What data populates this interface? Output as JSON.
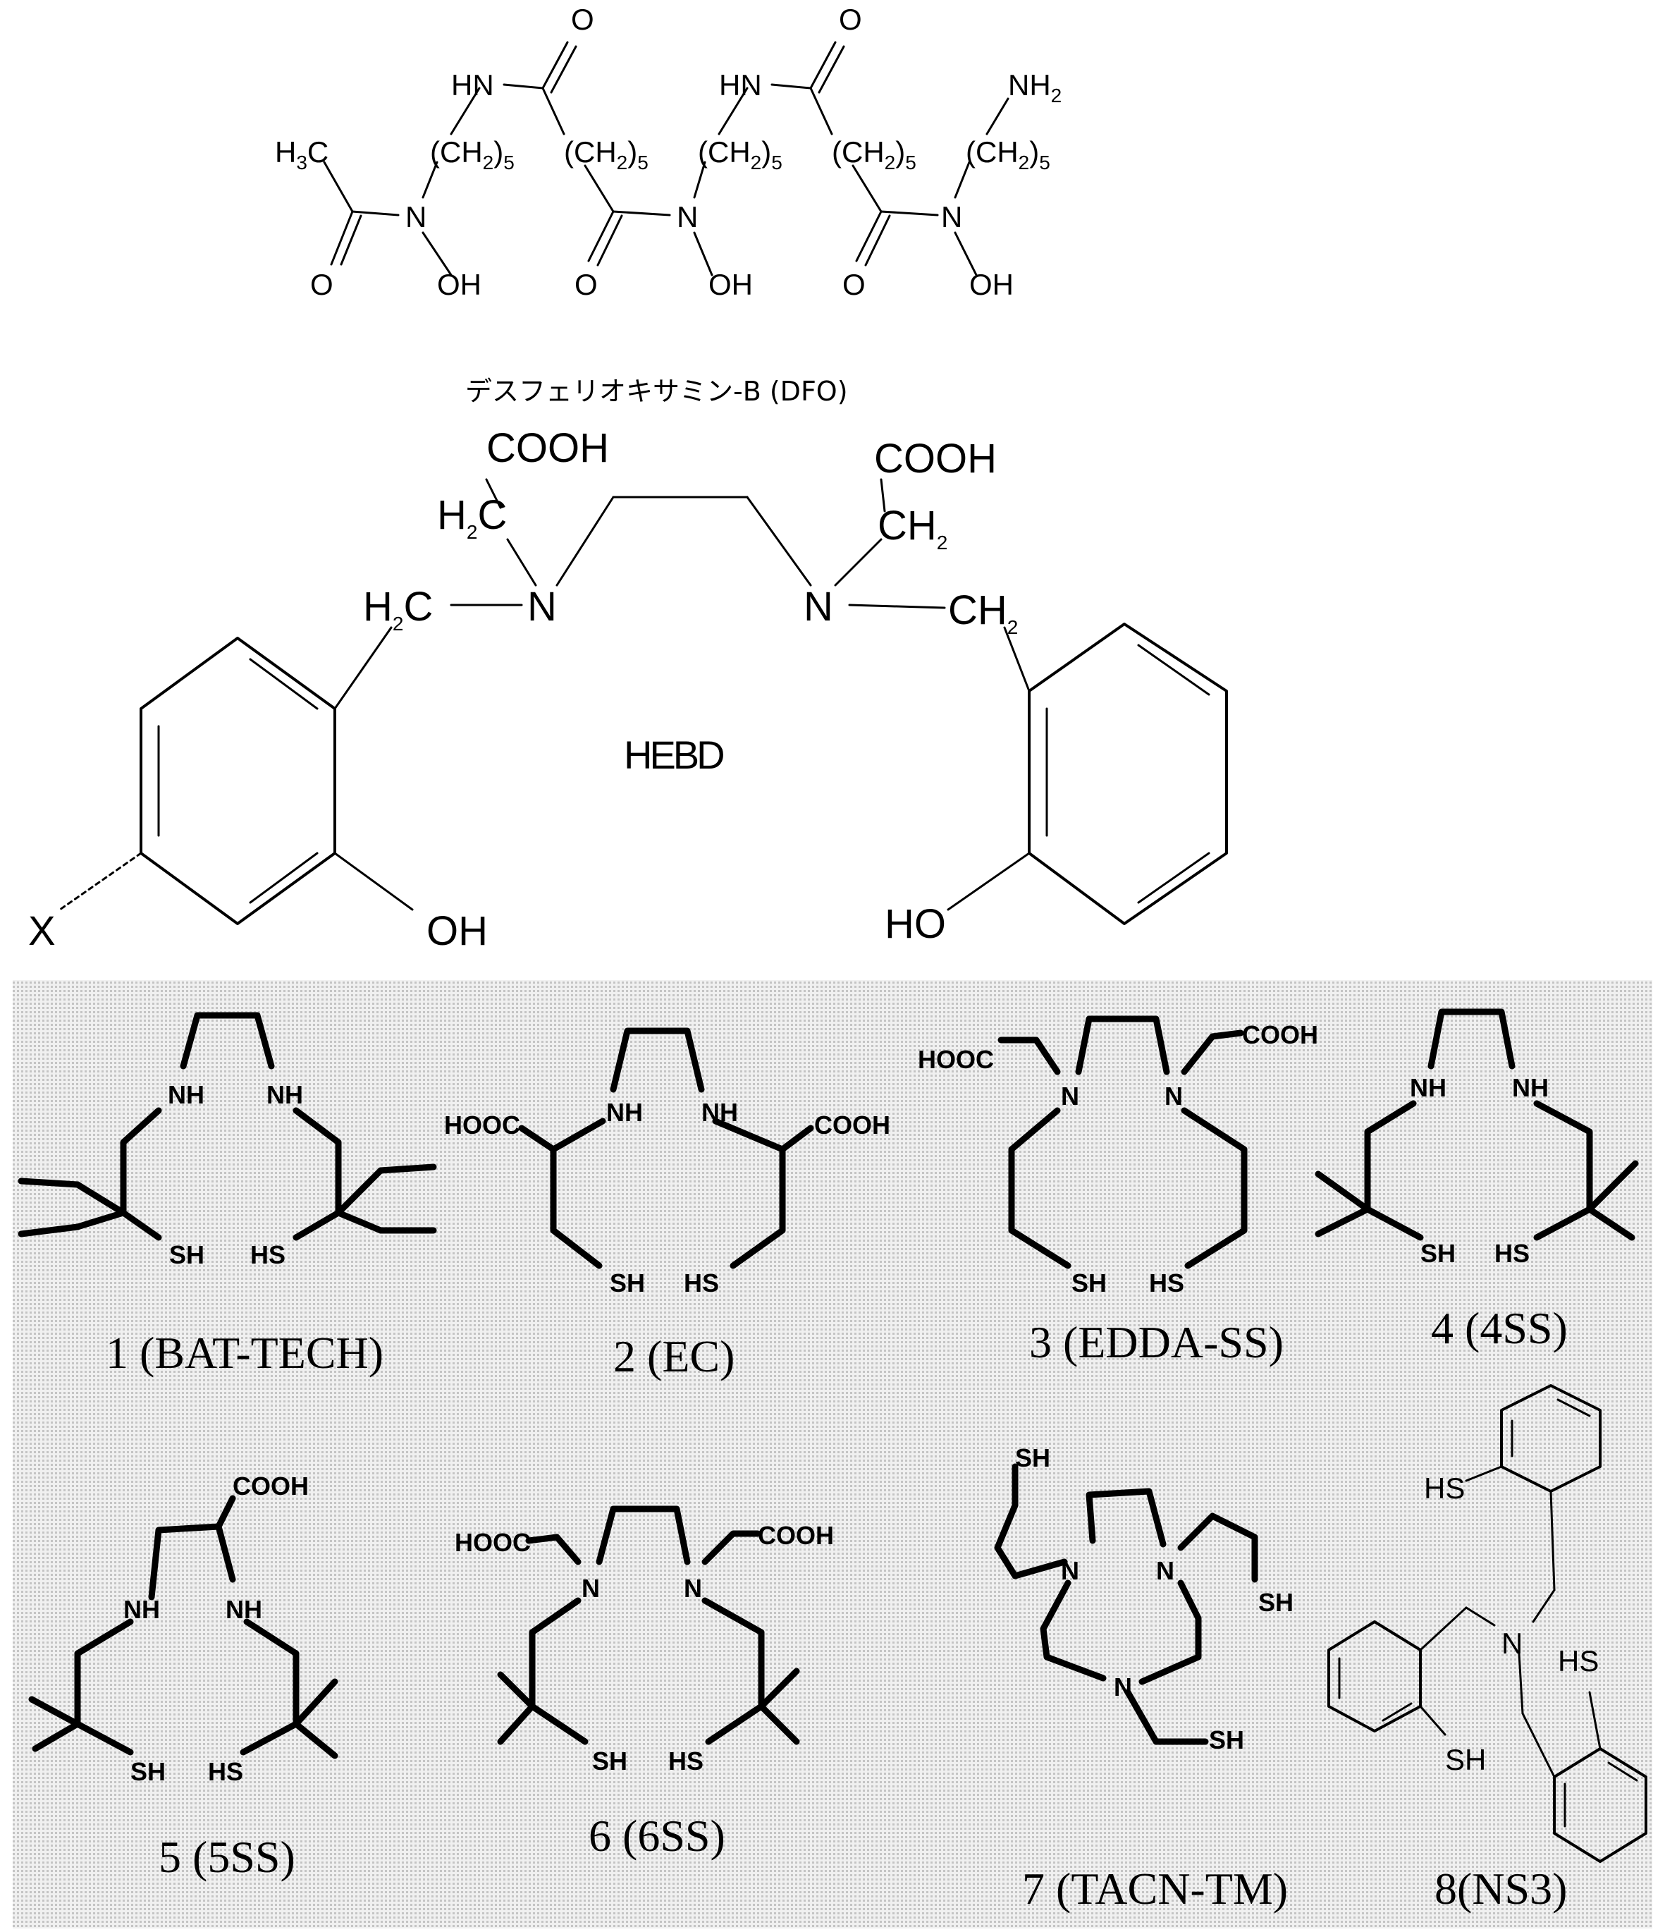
{
  "top": {
    "dfo": {
      "caption": "デスフェリオキサミン-B (DFO)",
      "labels": {
        "o_top1": "O",
        "o_top2": "O",
        "hn1": "HN",
        "hn2": "HN",
        "nh2": "NH",
        "h3c": "H",
        "h3c_sub": "3",
        "h3c_c": "C",
        "ch2_1": "(CH",
        "ch2_2": "(CH",
        "ch2_3": "(CH",
        "ch2_4": "(CH",
        "ch2_5": "(CH",
        "ch2_sub": "2",
        "ch2_close": ")",
        "ch2_n": "5",
        "n1": "N",
        "n2": "N",
        "n3": "N",
        "o_bot1": "O",
        "o_bot2": "O",
        "o_bot3": "O",
        "oh1": "OH",
        "oh2": "OH",
        "oh3": "OH"
      }
    },
    "hebd": {
      "name": "HEBD",
      "labels": {
        "cooh_left": "COOH",
        "cooh_right": "COOH",
        "h2c_top": "H",
        "h2c_top_sub": "2",
        "h2c_top_c": "C",
        "ch2_top": "CH",
        "ch2_top_sub": "2",
        "h2c_left": "H",
        "h2c_left_sub": "2",
        "h2c_left_c": "C",
        "ch2_right": "CH",
        "ch2_right_sub": "2",
        "n_left": "N",
        "n_right": "N",
        "oh_left": "OH",
        "ho_right": "HO",
        "x": "X"
      }
    }
  },
  "chelators": [
    {
      "id": "1",
      "caption": "1 (BAT-TECH)"
    },
    {
      "id": "2",
      "caption": "2 (EC)"
    },
    {
      "id": "3",
      "caption": "3 (EDDA-SS)"
    },
    {
      "id": "4",
      "caption": "4 (4SS)"
    },
    {
      "id": "5",
      "caption": "5 (5SS)"
    },
    {
      "id": "6",
      "caption": "6 (6SS)"
    },
    {
      "id": "7",
      "caption": "7 (TACN-TM)"
    },
    {
      "id": "8",
      "caption": "8(NS3)"
    }
  ],
  "atoms": {
    "nh": "NH",
    "n": "N",
    "sh": "SH",
    "hs": "HS",
    "cooh": "COOH",
    "hooc": "HOOC"
  },
  "colors": {
    "panel_background": "#e6e6e6",
    "ink": "#000000"
  }
}
